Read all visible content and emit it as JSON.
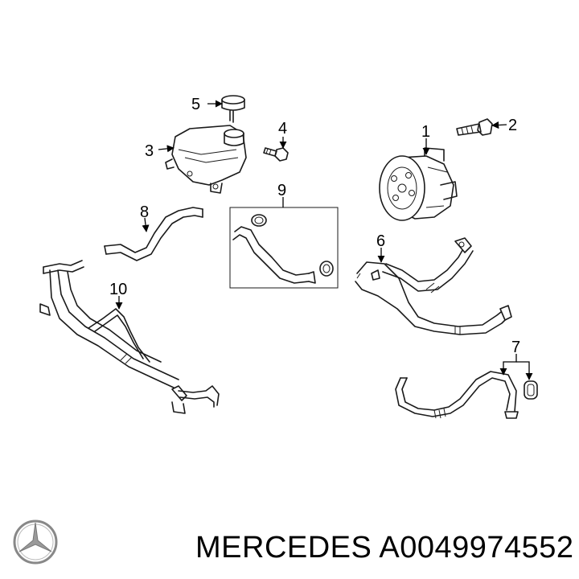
{
  "callouts": [
    "1",
    "2",
    "3",
    "4",
    "5",
    "6",
    "7",
    "8",
    "9",
    "10"
  ],
  "footer": {
    "brand": "MERCEDES",
    "part_number": "A0049974552"
  },
  "icons": {
    "logo": "mercedes-star-icon"
  }
}
